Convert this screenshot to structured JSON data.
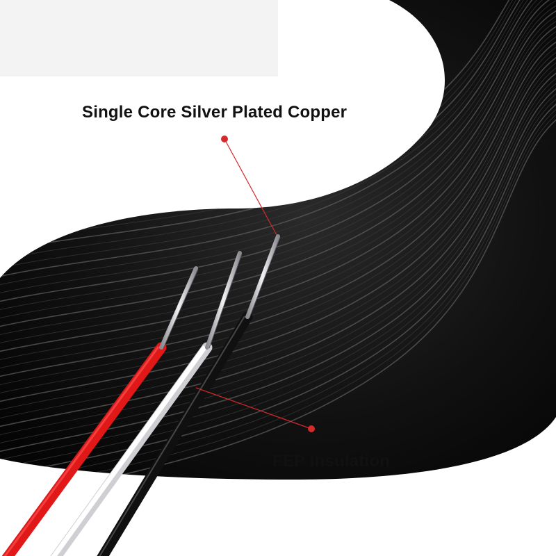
{
  "callouts": {
    "copper": {
      "label": "Single Core Silver Plated Copper"
    },
    "fep": {
      "label": "FEP Insulation"
    }
  },
  "colors": {
    "background": "#ffffff",
    "cable_jacket": "#0c0c0c",
    "wire_red": "#e01818",
    "wire_white": "#f4f4f4",
    "wire_black": "#101010",
    "conductor_silver": "#c8c8cc",
    "leader_line": "#d42a2a",
    "label_text": "#111111"
  },
  "scene": {
    "subject": "coil-of-black-cable",
    "exposed_wires": [
      "red",
      "white",
      "black"
    ]
  }
}
